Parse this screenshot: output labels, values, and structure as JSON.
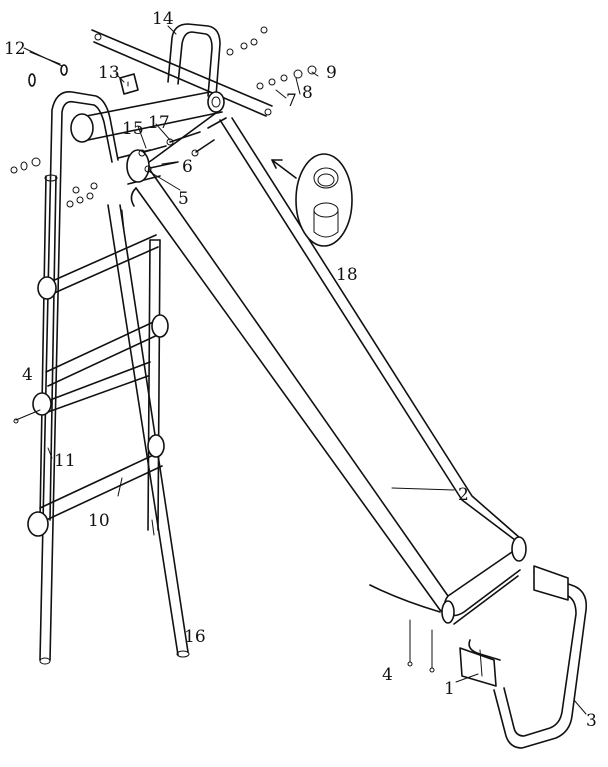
{
  "labels": [
    {
      "id": "1",
      "text": "1"
    },
    {
      "id": "2",
      "text": "2"
    },
    {
      "id": "3",
      "text": "3"
    },
    {
      "id": "4a",
      "text": "4"
    },
    {
      "id": "4b",
      "text": "4"
    },
    {
      "id": "5",
      "text": "5"
    },
    {
      "id": "6",
      "text": "6"
    },
    {
      "id": "7",
      "text": "7"
    },
    {
      "id": "8",
      "text": "8"
    },
    {
      "id": "9",
      "text": "9"
    },
    {
      "id": "10",
      "text": "10"
    },
    {
      "id": "11",
      "text": "11"
    },
    {
      "id": "12",
      "text": "12"
    },
    {
      "id": "13",
      "text": "13"
    },
    {
      "id": "14",
      "text": "14"
    },
    {
      "id": "15",
      "text": "15"
    },
    {
      "id": "16",
      "text": "16"
    },
    {
      "id": "17",
      "text": "17"
    },
    {
      "id": "18",
      "text": "18"
    }
  ]
}
